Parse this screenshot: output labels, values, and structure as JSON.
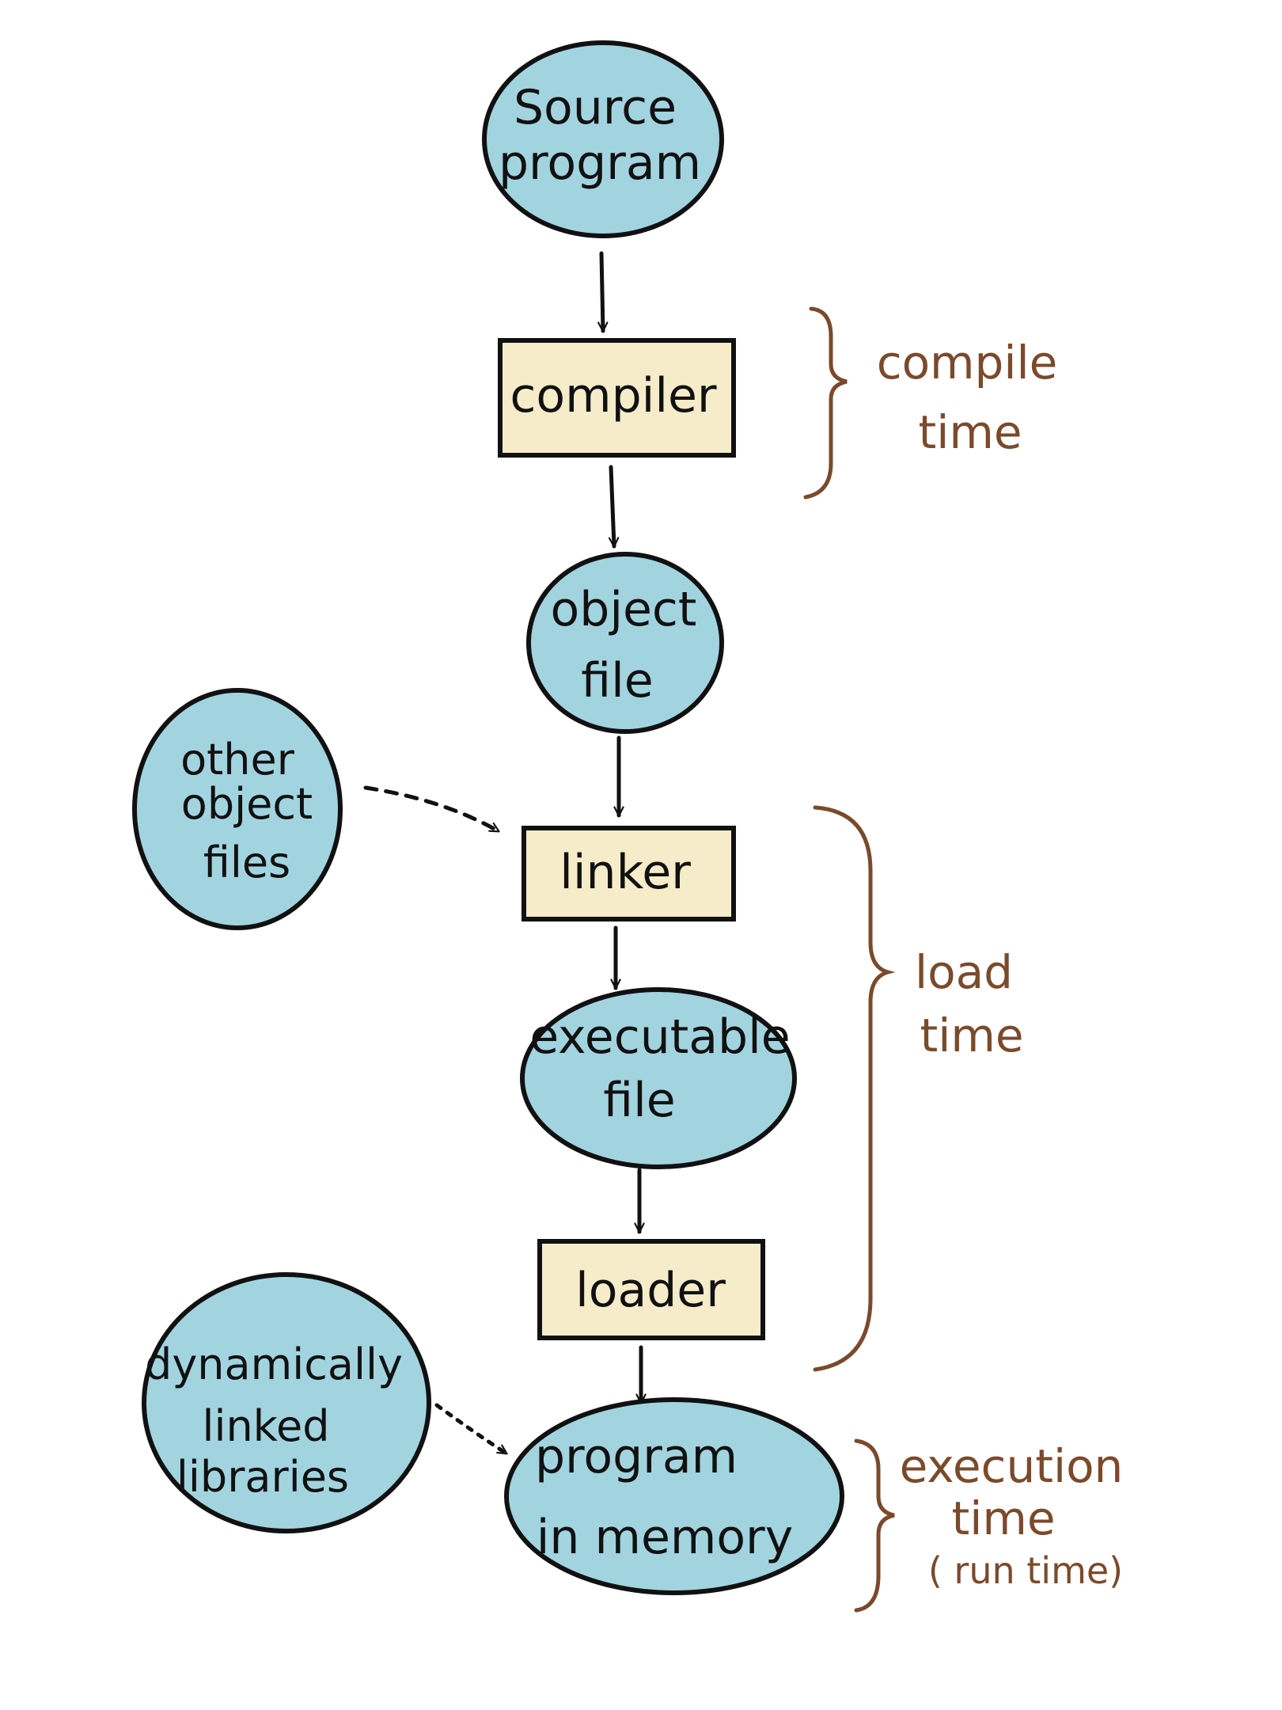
{
  "colors": {
    "node_fill": "#a2d4e0",
    "box_fill": "#f6ecca",
    "stroke": "#111111",
    "bracket": "#7a4a2b",
    "background": "#ffffff"
  },
  "nodes": {
    "source_program": {
      "line1": "Source",
      "line2": "program"
    },
    "compiler": {
      "label": "compiler"
    },
    "object_file": {
      "line1": "object",
      "line2": "file"
    },
    "other_object_files": {
      "line1": "other",
      "line2": "object",
      "line3": "files"
    },
    "linker": {
      "label": "linker"
    },
    "executable_file": {
      "line1": "executable",
      "line2": "file"
    },
    "loader": {
      "label": "loader"
    },
    "dynamically_linked_libraries": {
      "line1": "dynamically",
      "line2": "linked",
      "line3": "libraries"
    },
    "program_in_memory": {
      "line1": "program",
      "line2": "in memory"
    }
  },
  "phases": {
    "compile_time": {
      "line1": "compile",
      "line2": "time"
    },
    "load_time": {
      "line1": "load",
      "line2": "time"
    },
    "execution_time": {
      "line1": "execution",
      "line2": "time",
      "line3": "( run time)"
    }
  }
}
